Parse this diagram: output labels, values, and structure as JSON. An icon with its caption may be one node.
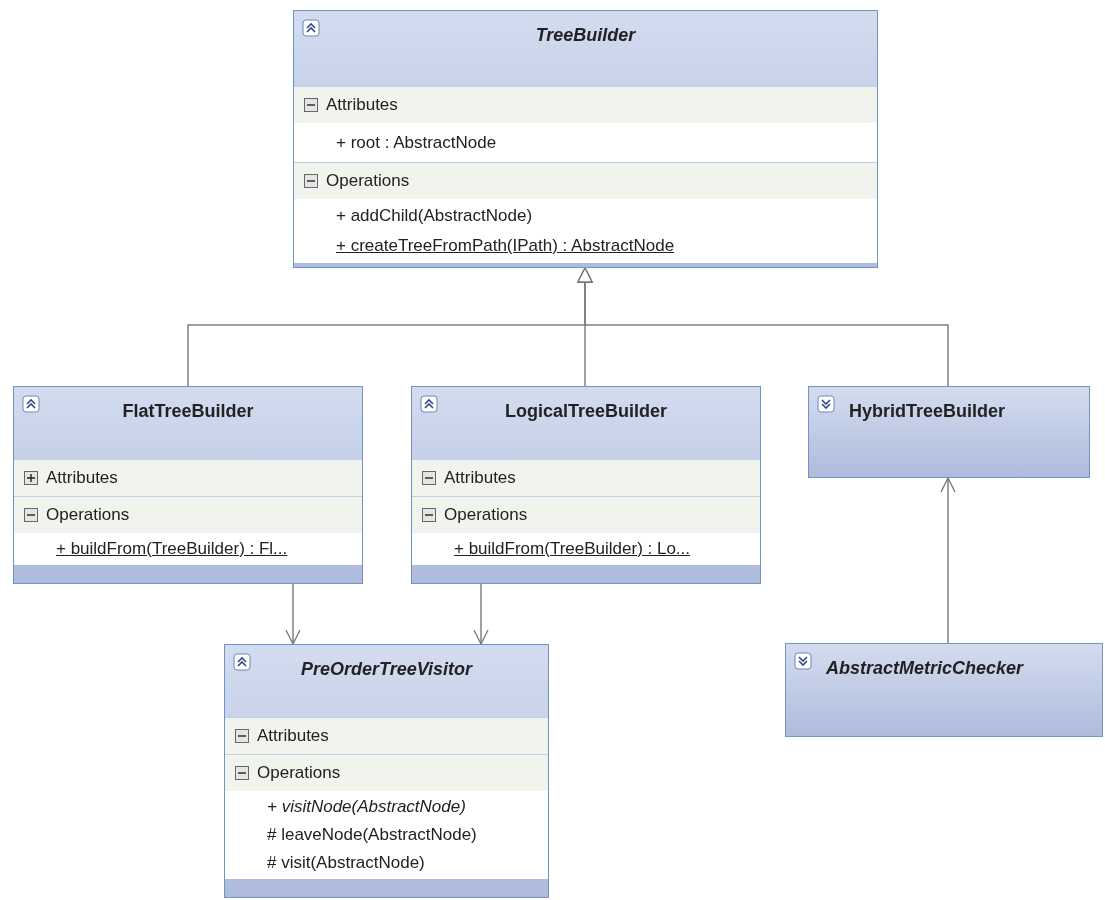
{
  "diagram": {
    "nodes": [
      {
        "text": [
          "TreeBuilder"
        ]
      },
      {
        "text": [
          "Attributes",
          "+ root : AbstractNode"
        ],
        "in": 0
      },
      {
        "text": [
          "Operations",
          "+ addChild(AbstractNode)",
          "+ createTreeFromPath(IPath) : AbstractNode"
        ],
        "in": 0
      },
      {
        "text": [
          "FlatTreeBuilder"
        ]
      },
      {
        "text": [
          "Attributes"
        ],
        "in": 3
      },
      {
        "text": [
          "Operations",
          "+ buildFrom(TreeBuilder) : Fl..."
        ],
        "in": 3
      },
      {
        "text": [
          "LogicalTreeBuilder"
        ]
      },
      {
        "text": [
          "Attributes"
        ],
        "in": 6
      },
      {
        "text": [
          "Operations",
          "+ buildFrom(TreeBuilder) : Lo..."
        ],
        "in": 6
      },
      {
        "text": [
          "HybridTreeBuilder"
        ]
      },
      {
        "text": [
          "PreOrderTreeVisitor"
        ]
      },
      {
        "text": [
          "Attributes"
        ],
        "in": 10
      },
      {
        "text": [
          "Operations",
          "+ visitNode(AbstractNode)",
          "# leaveNode(AbstractNode)",
          "# visit(AbstractNode)"
        ],
        "in": 10
      },
      {
        "text": [
          "AbstractMetricChecker"
        ]
      }
    ],
    "edges": [
      {
        "from": 3,
        "to": 0,
        "arrow": "to"
      },
      {
        "from": 6,
        "to": 0,
        "arrow": "to"
      },
      {
        "from": 9,
        "to": 0,
        "arrow": "to"
      },
      {
        "from": 3,
        "to": 10,
        "arrow": "to"
      },
      {
        "from": 6,
        "to": 10,
        "arrow": "to"
      },
      {
        "from": 13,
        "to": 9,
        "arrow": "to"
      }
    ]
  }
}
